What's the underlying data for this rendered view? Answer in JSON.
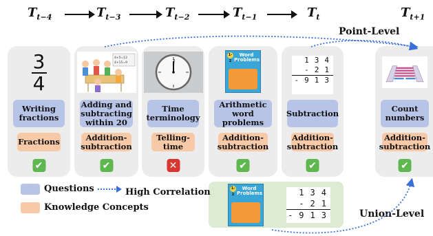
{
  "timeline": {
    "steps": [
      {
        "base": "T",
        "sub": "t−4"
      },
      {
        "base": "T",
        "sub": "t−3"
      },
      {
        "base": "T",
        "sub": "t−2"
      },
      {
        "base": "T",
        "sub": "t−1"
      },
      {
        "base": "T",
        "sub": "t"
      },
      {
        "base": "T",
        "sub": "t+1"
      }
    ]
  },
  "cards": [
    {
      "picture": "fraction-3-4",
      "frac_num": "3",
      "frac_den": "4",
      "question": "Writing fractions",
      "concept": "Fractions",
      "result": "correct"
    },
    {
      "picture": "kids-at-table",
      "question": "Adding and subtracting within 20",
      "concept": "Addition-subtraction",
      "result": "correct",
      "board_text": "4+5=12 4+15=9"
    },
    {
      "picture": "wall-clock",
      "question": "Time terminology",
      "concept": "Telling-time",
      "result": "incorrect"
    },
    {
      "picture": "word-problems-book",
      "question": "Arithmetic word problems",
      "concept": "Addition-subtraction",
      "result": "correct"
    },
    {
      "picture": "subtraction-grid",
      "question": "Subtraction",
      "concept": "Addition-subtraction",
      "result": "correct"
    },
    {
      "picture": "abacus",
      "question": "Count numbers",
      "concept": "Addition-subtraction",
      "result": "correct"
    }
  ],
  "book": {
    "title": "Word Problems",
    "badge": "1-2"
  },
  "subtraction": {
    "row1": [
      "1",
      "3",
      "4"
    ],
    "row2": [
      "-",
      "2",
      "1"
    ],
    "row3": [
      "-",
      "9",
      "1",
      "3"
    ]
  },
  "labels": {
    "point_level": "Point-Level",
    "union_level": "Union-Level"
  },
  "legend": {
    "questions": "Questions",
    "concepts": "Knowledge Concepts",
    "correlation": "High Correlation"
  },
  "colors": {
    "question_box": "#b7c4e8",
    "concept_box": "#f7c9a7",
    "correct": "#5fb84f",
    "incorrect": "#d93631",
    "correlation_arrow": "#3a6fd8",
    "union_panel": "#dcebd2"
  }
}
